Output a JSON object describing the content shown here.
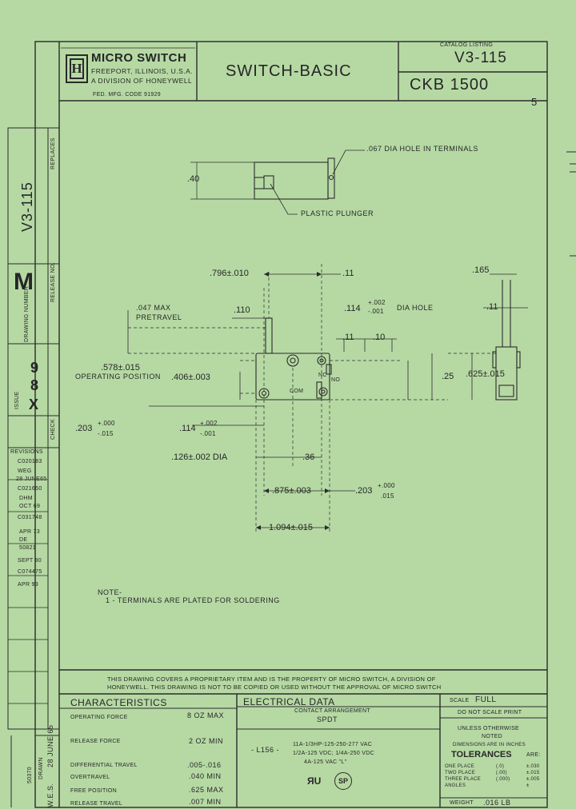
{
  "title_block": {
    "company": "MICRO SWITCH",
    "address": "FREEPORT, ILLINOIS, U.S.A.",
    "division": "A DIVISION OF HONEYWELL",
    "fed_code": "FED. MFG. CODE 91929",
    "drawing_title": "SWITCH-BASIC",
    "catalog_listing_label": "CATALOG LISTING",
    "catalog_listing": "V3-115",
    "part_number": "CKB 1500",
    "sheet_mark": "5"
  },
  "side_strip": {
    "catalog": "V3-115",
    "replaces": "REPLACES",
    "release_no": "RELEASE NO.",
    "drawing_number_label": "DRAWING NUMBER",
    "drawing_letter": "M",
    "issue_label": "ISSUE",
    "issue_marks": [
      "X",
      "8",
      "9"
    ],
    "revisions_label": "REVISIONS",
    "revisions": [
      "C020183",
      "WEG",
      "28 JUNE65",
      "C021650",
      "DHM",
      "OCT 69",
      "C031748",
      "APR 73",
      "DE",
      "50821",
      "SEPT 80",
      "C074475",
      "APR 93"
    ],
    "check": "CHECK",
    "drawn_label": "DRAWN",
    "drawn_date": "28 JUNE 65",
    "drawn_by": "W.E.S.",
    "form_no": "50370"
  },
  "drawing": {
    "hole_note": ".067 DIA HOLE IN TERMINALS",
    "plunger_note": "PLASTIC PLUNGER",
    "dim_40": ".40",
    "dim_796": ".796±.010",
    "dim_11a": ".11",
    "dim_165": ".165",
    "dim_11b": ".11",
    "pretravel": ".047 MAX",
    "pretravel_label": "PRETRAVEL",
    "dim_110": ".110",
    "dia_hole": ".114",
    "dia_hole_tol_plus": "+.002",
    "dia_hole_tol_minus": "-.001",
    "dia_hole_label": "DIA HOLE",
    "dim_11c": ".11",
    "dim_10": ".10",
    "op_pos": ".578±.015",
    "op_pos_label": "OPERATING POSITION",
    "dim_406": ".406±.003",
    "dim_25": ".25",
    "dim_625": ".625±.015",
    "dim_203a": ".203",
    "dim_203a_plus": "+.000",
    "dim_203a_minus": "-.015",
    "dim_114b": ".114",
    "dim_114b_plus": "+.002",
    "dim_114b_minus": "-.001",
    "dim_126": ".126±.002 DIA",
    "dim_36": ".36",
    "dim_875": ".875±.003",
    "dim_203b": ".203",
    "dim_203b_plus": "+.000",
    "dim_203b_minus": ".015",
    "dim_1094": "1.094±.015",
    "nc": "NC",
    "no": "NO",
    "com": "COM"
  },
  "note": {
    "label": "NOTE-",
    "text": "1 - TERMINALS ARE PLATED FOR SOLDERING"
  },
  "proprietary": {
    "line1": "THIS DRAWING COVERS A PROPRIETARY ITEM AND IS THE PROPERTY OF MICRO SWITCH, A DIVISION OF",
    "line2": "HONEYWELL. THIS DRAWING IS NOT TO BE COPIED OR USED WITHOUT THE APPROVAL OF MICRO SWITCH"
  },
  "characteristics": {
    "title": "CHARACTERISTICS",
    "rows": [
      {
        "label": "OPERATING FORCE",
        "value": "8 OZ MAX"
      },
      {
        "label": "RELEASE FORCE",
        "value": "2 OZ MIN"
      },
      {
        "label": "DIFFERENTIAL TRAVEL",
        "value": ".005-.016"
      },
      {
        "label": "OVERTRAVEL",
        "value": ".040 MIN"
      },
      {
        "label": "FREE POSITION",
        "value": ".625 MAX"
      },
      {
        "label": "RELEASE TRAVEL",
        "value": ".007 MIN"
      }
    ]
  },
  "electrical": {
    "title": "ELECTRICAL DATA",
    "contact_label": "CONTACT ARRANGEMENT",
    "contact": "SPDT",
    "code": "- L156 -",
    "line1": "11A-1/3HP-125-250-277 VAC",
    "line2": "1/2A-125 VDC; 1/4A-250 VDC",
    "line3": "4A-125 VAC \"L\""
  },
  "right_block": {
    "scale_label": "SCALE",
    "scale": "FULL",
    "do_not_scale": "DO NOT SCALE PRINT",
    "unless": "UNLESS OTHERWISE",
    "noted": "NOTED",
    "dims_in": "DIMENSIONS ARE IN INCHES",
    "tolerances": "TOLERANCES",
    "are": "ARE:",
    "tol_rows": [
      {
        "label": "ONE PLACE",
        "fmt": "(.0)",
        "val": "±.030"
      },
      {
        "label": "TWO PLACE",
        "fmt": "(.00)",
        "val": "±.015"
      },
      {
        "label": "THREE PLACE",
        "fmt": "(.000)",
        "val": "±.005"
      },
      {
        "label": "ANGLES",
        "fmt": "",
        "val": "±"
      }
    ],
    "weight_label": "WEIGHT",
    "weight": ".016 LB"
  }
}
